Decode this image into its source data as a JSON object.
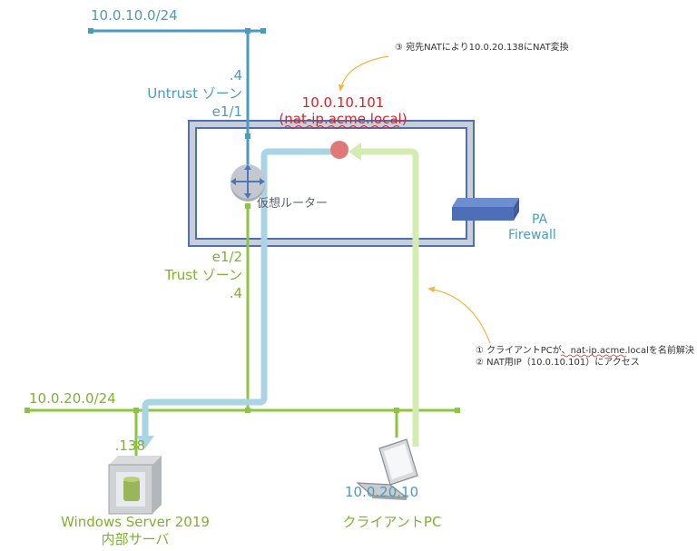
{
  "untrust": {
    "network": "10.0.10.0/24",
    "host_octet": ".4",
    "zone": "Untrust ゾーン",
    "interface": "e1/1"
  },
  "trust": {
    "network": "10.0.20.0/24",
    "host_octet": ".4",
    "zone": "Trust ゾーン",
    "interface": "e1/2"
  },
  "nat": {
    "ip": "10.0.10.101",
    "fqdn": "(nat-ip.acme.local)",
    "note": "③ 宛先NATにより10.0.20.138にNAT変換"
  },
  "router": {
    "label": "仮想ルーター"
  },
  "firewall": {
    "line1": "PA",
    "line2": "Firewall"
  },
  "client_notes": {
    "line1_prefix": "① クライアントPCが、",
    "line1_link": "nat-ip.acme.local",
    "line1_suffix": "を名前解決",
    "line2": "② NAT用IP（10.0.10.101）にアクセス"
  },
  "server": {
    "host_octet": ".138",
    "name": "Windows Server 2019",
    "role": "内部サーバ"
  },
  "client": {
    "ip": "10.0.20.10",
    "name": "クライアントPC"
  },
  "colors": {
    "untrust": "#4a9bc0",
    "trust": "#8cc63f",
    "nat": "#e02020",
    "flow_return": "#a8d4e6",
    "flow_request": "#d4ecb0",
    "firewall": "#4d6fb8"
  }
}
